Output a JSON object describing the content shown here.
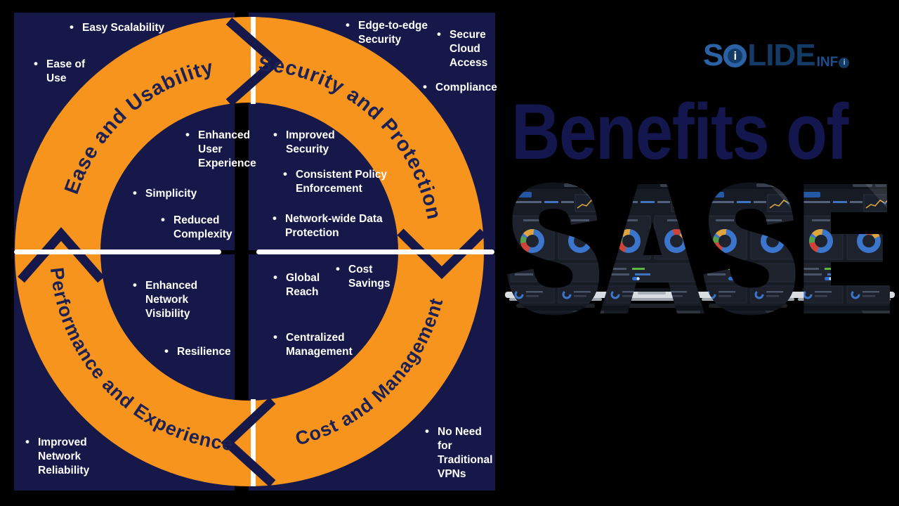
{
  "title": {
    "prefix": "Benefits of",
    "word": "SASE"
  },
  "branding": {
    "logo_s": "S",
    "logo_i": "i",
    "logo_lide": "LIDE",
    "logo_inf": "INF",
    "logo_i2": "i"
  },
  "diagram": {
    "quadrants": [
      {
        "label": "Ease and Usability",
        "outer": [
          "Easy Scalability",
          "Ease of\nUse"
        ],
        "inner": [
          "Enhanced\nUser\nExperience",
          "Simplicity",
          "Reduced\nComplexity"
        ]
      },
      {
        "label": "Security and Protection",
        "outer": [
          "Edge-to-edge\nSecurity",
          "Secure\nCloud\nAccess",
          "Compliance"
        ],
        "inner": [
          "Improved\nSecurity",
          "Consistent Policy\nEnforcement",
          "Network-wide Data\nProtection"
        ]
      },
      {
        "label": "Performance and Experience",
        "outer": [
          "Improved\nNetwork\nReliability"
        ],
        "inner": [
          "Enhanced\nNetwork\nVisibility",
          "Resilience"
        ]
      },
      {
        "label": "Cost and Management",
        "outer": [
          "No Need\nfor\nTraditional\nVPNs"
        ],
        "inner": [
          "Global\nReach",
          "Cost\nSavings",
          "Centralized\nManagement"
        ]
      }
    ]
  },
  "colors": {
    "orange": "#F7941E",
    "panel_navy": "#151849",
    "label_navy": "#1B2153",
    "divider_white": "#FFFFFF",
    "title_navy": "#14174D",
    "logo_blue": "#2A62A5",
    "logo_dark_blue": "#143A66",
    "screenshot_bg": "#161B24",
    "donut_blue": "#3B76CC",
    "donut_red": "#CF4437",
    "donut_yellow": "#DFA43B",
    "donut_green": "#55A04A"
  }
}
